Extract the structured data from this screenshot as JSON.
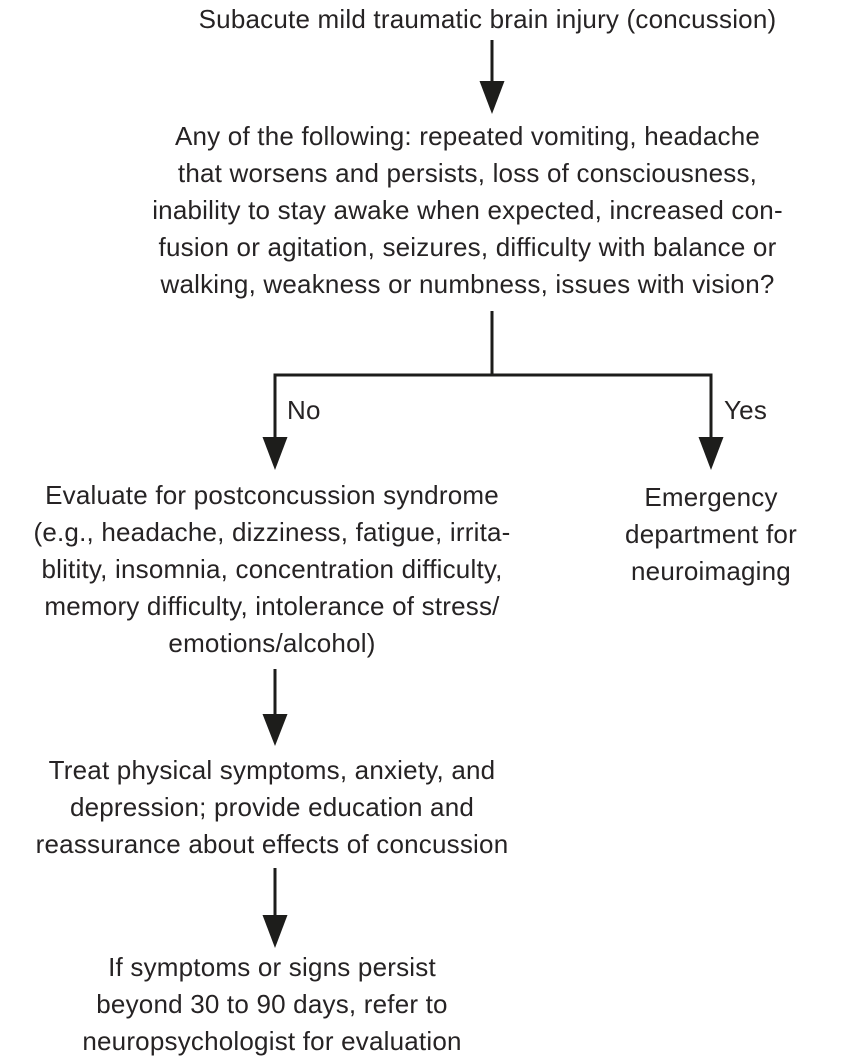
{
  "colors": {
    "background": "#ffffff",
    "text": "#262324",
    "line": "#1d1d1b"
  },
  "nodes": {
    "title": "Subacute mild traumatic brain injury (concussion)",
    "question": "Any of the following: repeated vomiting, headache\nthat worsens and persists, loss of consciousness,\ninability to stay awake when expected, increased con-\nfusion or agitation, seizures, difficulty with balance or\nwalking, weakness or numbness, issues with vision?",
    "evaluate": "Evaluate for postconcussion syndrome\n(e.g., headache, dizziness, fatigue, irrita-\nblitity, insomnia, concentration difficulty,\nmemory difficulty, intolerance of stress/\nemotions/alcohol)",
    "emergency": "Emergency\ndepartment for\nneuroimaging",
    "treat": "Treat physical symptoms, anxiety, and\ndepression; provide education and\nreassurance about effects of concussion",
    "followup": "If symptoms or signs persist\nbeyond 30 to 90 days, refer to\nneuropsychologist for evaluation"
  },
  "branches": {
    "no": "No",
    "yes": "Yes"
  }
}
